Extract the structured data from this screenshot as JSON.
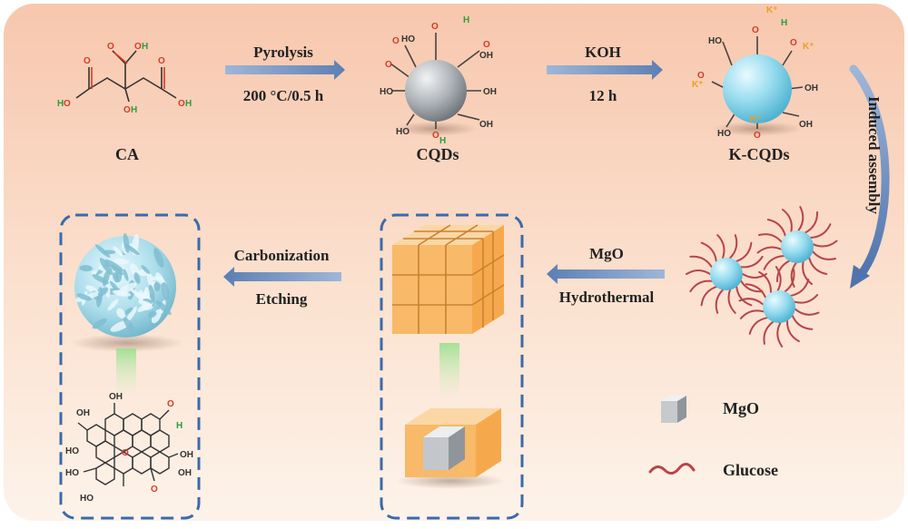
{
  "steps": {
    "pyrolysis": "Pyrolysis",
    "pyrolysis_cond": "200 °C/0.5 h",
    "koh": "KOH",
    "koh_cond": "12 h",
    "induced": "Induced assembly",
    "mgo": "MgO",
    "hydrothermal": "Hydrothermal",
    "carbonization": "Carbonization",
    "etching": "Etching"
  },
  "labels": {
    "ca": "CA",
    "cqds": "CQDs",
    "kcqds": "K-CQDs"
  },
  "chem": {
    "oh": "OH",
    "ho": "HO",
    "o": "O",
    "h": "H",
    "k": "K⁺"
  },
  "legend": {
    "mgo": "MgO",
    "glucose": "Glucose"
  },
  "colors": {
    "background_start": "#f9cdb4",
    "background_end": "#fdf0e6",
    "oxygen": "#d63a2a",
    "hydrogen": "#2e9e3a",
    "potassium": "#e8a020",
    "cqd_sphere": "#9aa0a6",
    "kcqd_sphere": "#8fd8ec",
    "cube": "#f5a94a",
    "dashed_box": "#3b6aa8",
    "glucose": "#b8444a"
  }
}
